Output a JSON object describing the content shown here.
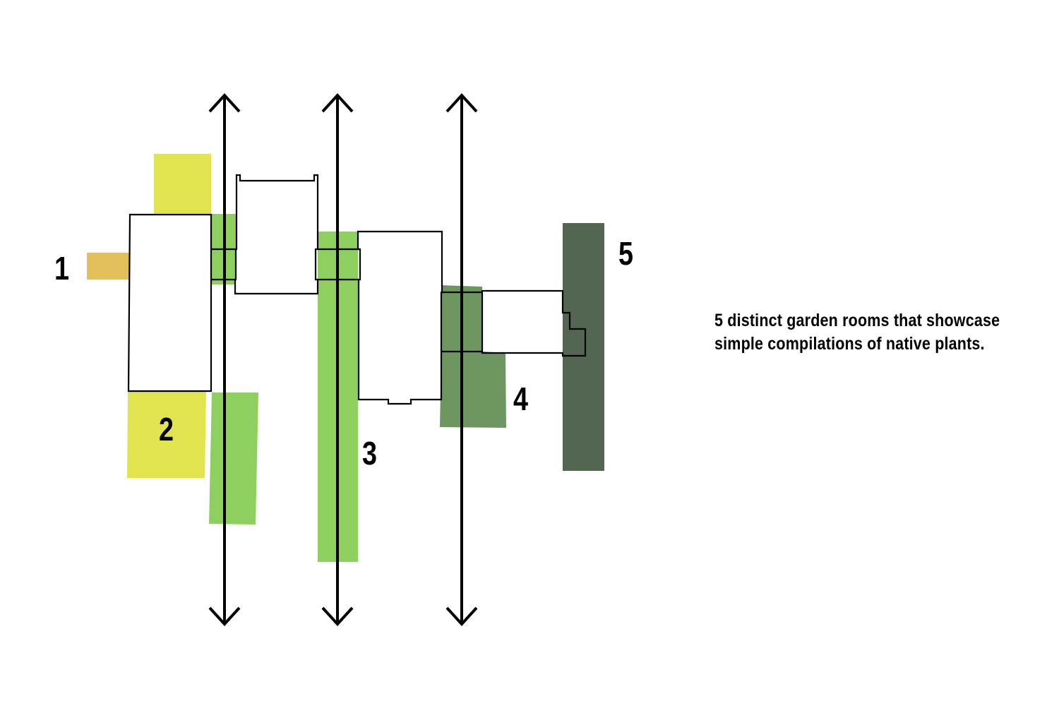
{
  "colors": {
    "room_1": "#e3bf5c",
    "room_2": "#e1e34f",
    "room_3": "#8dd05f",
    "room_4": "#6d9660",
    "room_5": "#526651",
    "outline": "#000000"
  },
  "rooms": [
    {
      "number": "1",
      "color_key": "room_1"
    },
    {
      "number": "2",
      "color_key": "room_2"
    },
    {
      "number": "3",
      "color_key": "room_3"
    },
    {
      "number": "4",
      "color_key": "room_4"
    },
    {
      "number": "5",
      "color_key": "room_5"
    }
  ],
  "caption": {
    "line1": "5 distinct garden rooms that showcase",
    "line2": "simple compilations of native plants."
  },
  "icons": [
    "double-arrow-icon",
    "double-arrow-icon",
    "double-arrow-icon"
  ]
}
